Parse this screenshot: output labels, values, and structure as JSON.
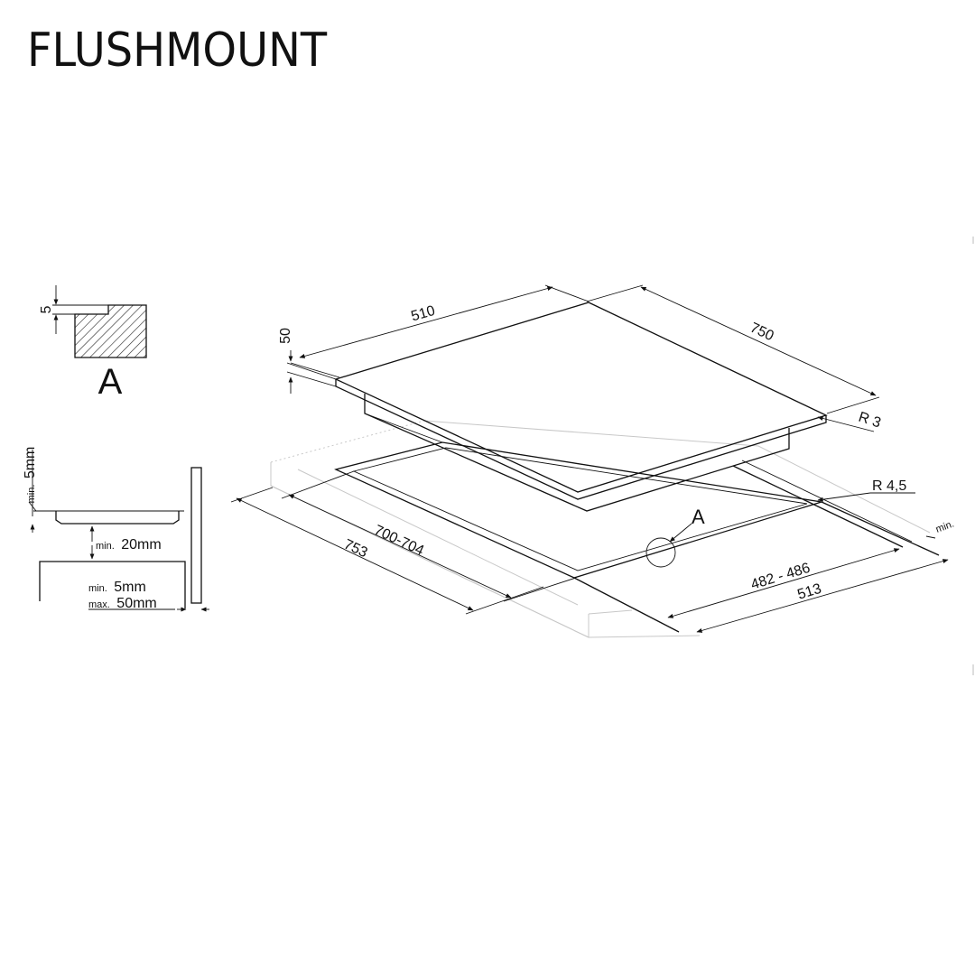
{
  "title": "FLUSHMOUNT",
  "detail_a": {
    "label": "A",
    "depth_5": "5"
  },
  "section": {
    "min_edge_prefix": "min.",
    "min_edge_value": "5mm",
    "gap_prefix": "min.",
    "gap_value": "20mm",
    "thickness_min_prefix": "min.",
    "thickness_min_value": "5mm",
    "thickness_max_prefix": "max.",
    "thickness_max_value": "50mm"
  },
  "dimensions": {
    "width_510": "510",
    "length_750": "750",
    "height_50": "50",
    "radius_3": "R 3",
    "radius_4_5": "R 4,5",
    "cutout_700_704": "700-704",
    "recess_753": "753",
    "cutout_482_486": "482 - 486",
    "recess_513": "513",
    "min_side": "min.",
    "detail_ref": "A"
  },
  "colors": {
    "line": "#111111",
    "ghost": "#c8c8c8",
    "hatch": "#222222"
  }
}
